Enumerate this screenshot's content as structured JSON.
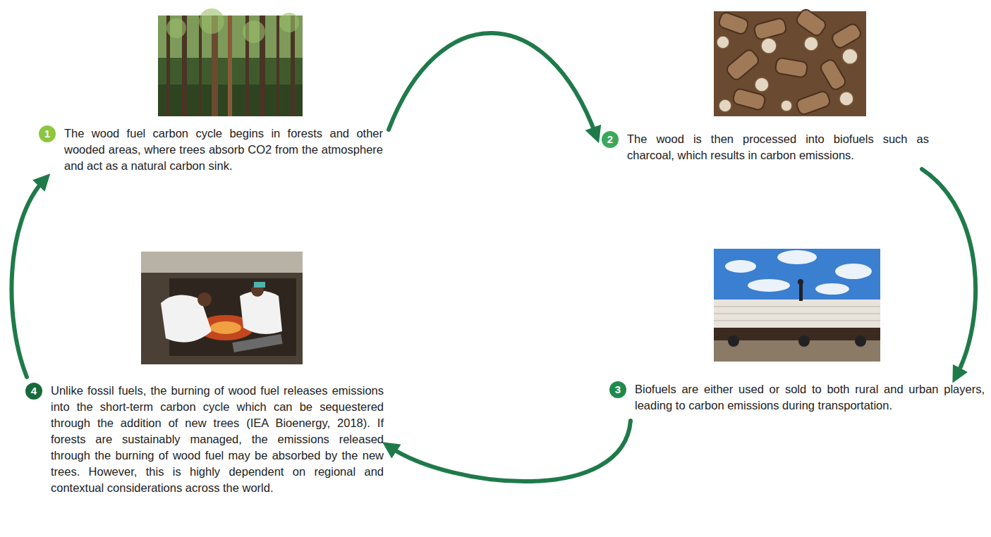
{
  "diagram": {
    "nodes": [
      {
        "text": [
          "1",
          "The wood fuel carbon cycle begins in forests and other wooded areas, where trees absorb CO2 from the atmosphere and act as a natural carbon sink."
        ]
      },
      {
        "text": [
          "2",
          "The wood is then processed into biofuels such as charcoal, which results in carbon emissions."
        ]
      },
      {
        "text": [
          "3",
          "Biofuels are either used or sold to both rural and urban players, leading to carbon emissions during transportation."
        ]
      },
      {
        "text": [
          "4",
          "Unlike fossil fuels, the burning of wood fuel releases emissions into the short-term carbon cycle which can be sequestered through the addition of new trees (IEA Bioenergy, 2018). If forests are sustainably managed, the emissions released through the burning of wood fuel may be absorbed by the new trees. However, this is highly dependent on regional and contextual considerations across the world."
        ]
      }
    ],
    "edges": [
      {
        "from": 0,
        "to": 1,
        "arrow": "to"
      },
      {
        "from": 1,
        "to": 2,
        "arrow": "to"
      },
      {
        "from": 2,
        "to": 3,
        "arrow": "to"
      },
      {
        "from": 3,
        "to": 0,
        "arrow": "to"
      }
    ]
  }
}
